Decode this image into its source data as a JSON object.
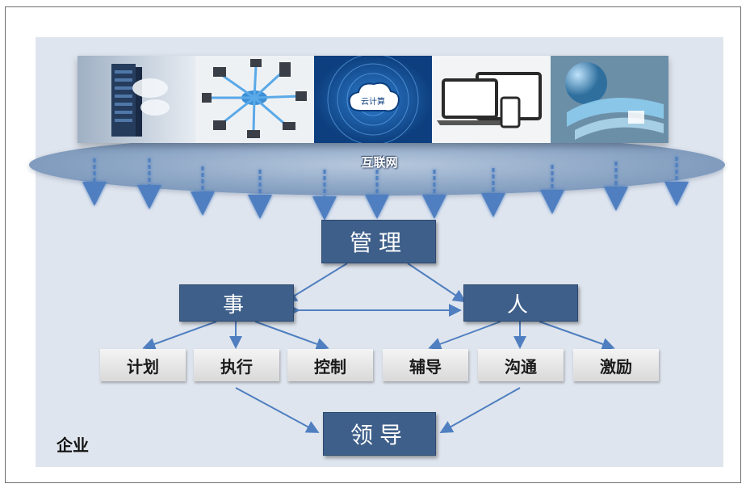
{
  "internet_label": "互联网",
  "photos": [
    {
      "icon": "server-rack-icon"
    },
    {
      "icon": "network-devices-icon"
    },
    {
      "icon": "cloud-computing-icon",
      "caption": "云计算"
    },
    {
      "icon": "screens-devices-icon"
    },
    {
      "icon": "globe-data-icon"
    }
  ],
  "hierarchy": {
    "management": "管理",
    "matters": "事",
    "people": "人",
    "leadership": "领导"
  },
  "matters_children": [
    "计划",
    "执行",
    "控制"
  ],
  "people_children": [
    "辅导",
    "沟通",
    "激励"
  ],
  "enterprise_label": "企业",
  "colors": {
    "dark_box": "#3e5f8a",
    "band": "#dfe5ee",
    "arrow": "#4f7fc0",
    "down_arrow_glow": "#9bd35a"
  }
}
